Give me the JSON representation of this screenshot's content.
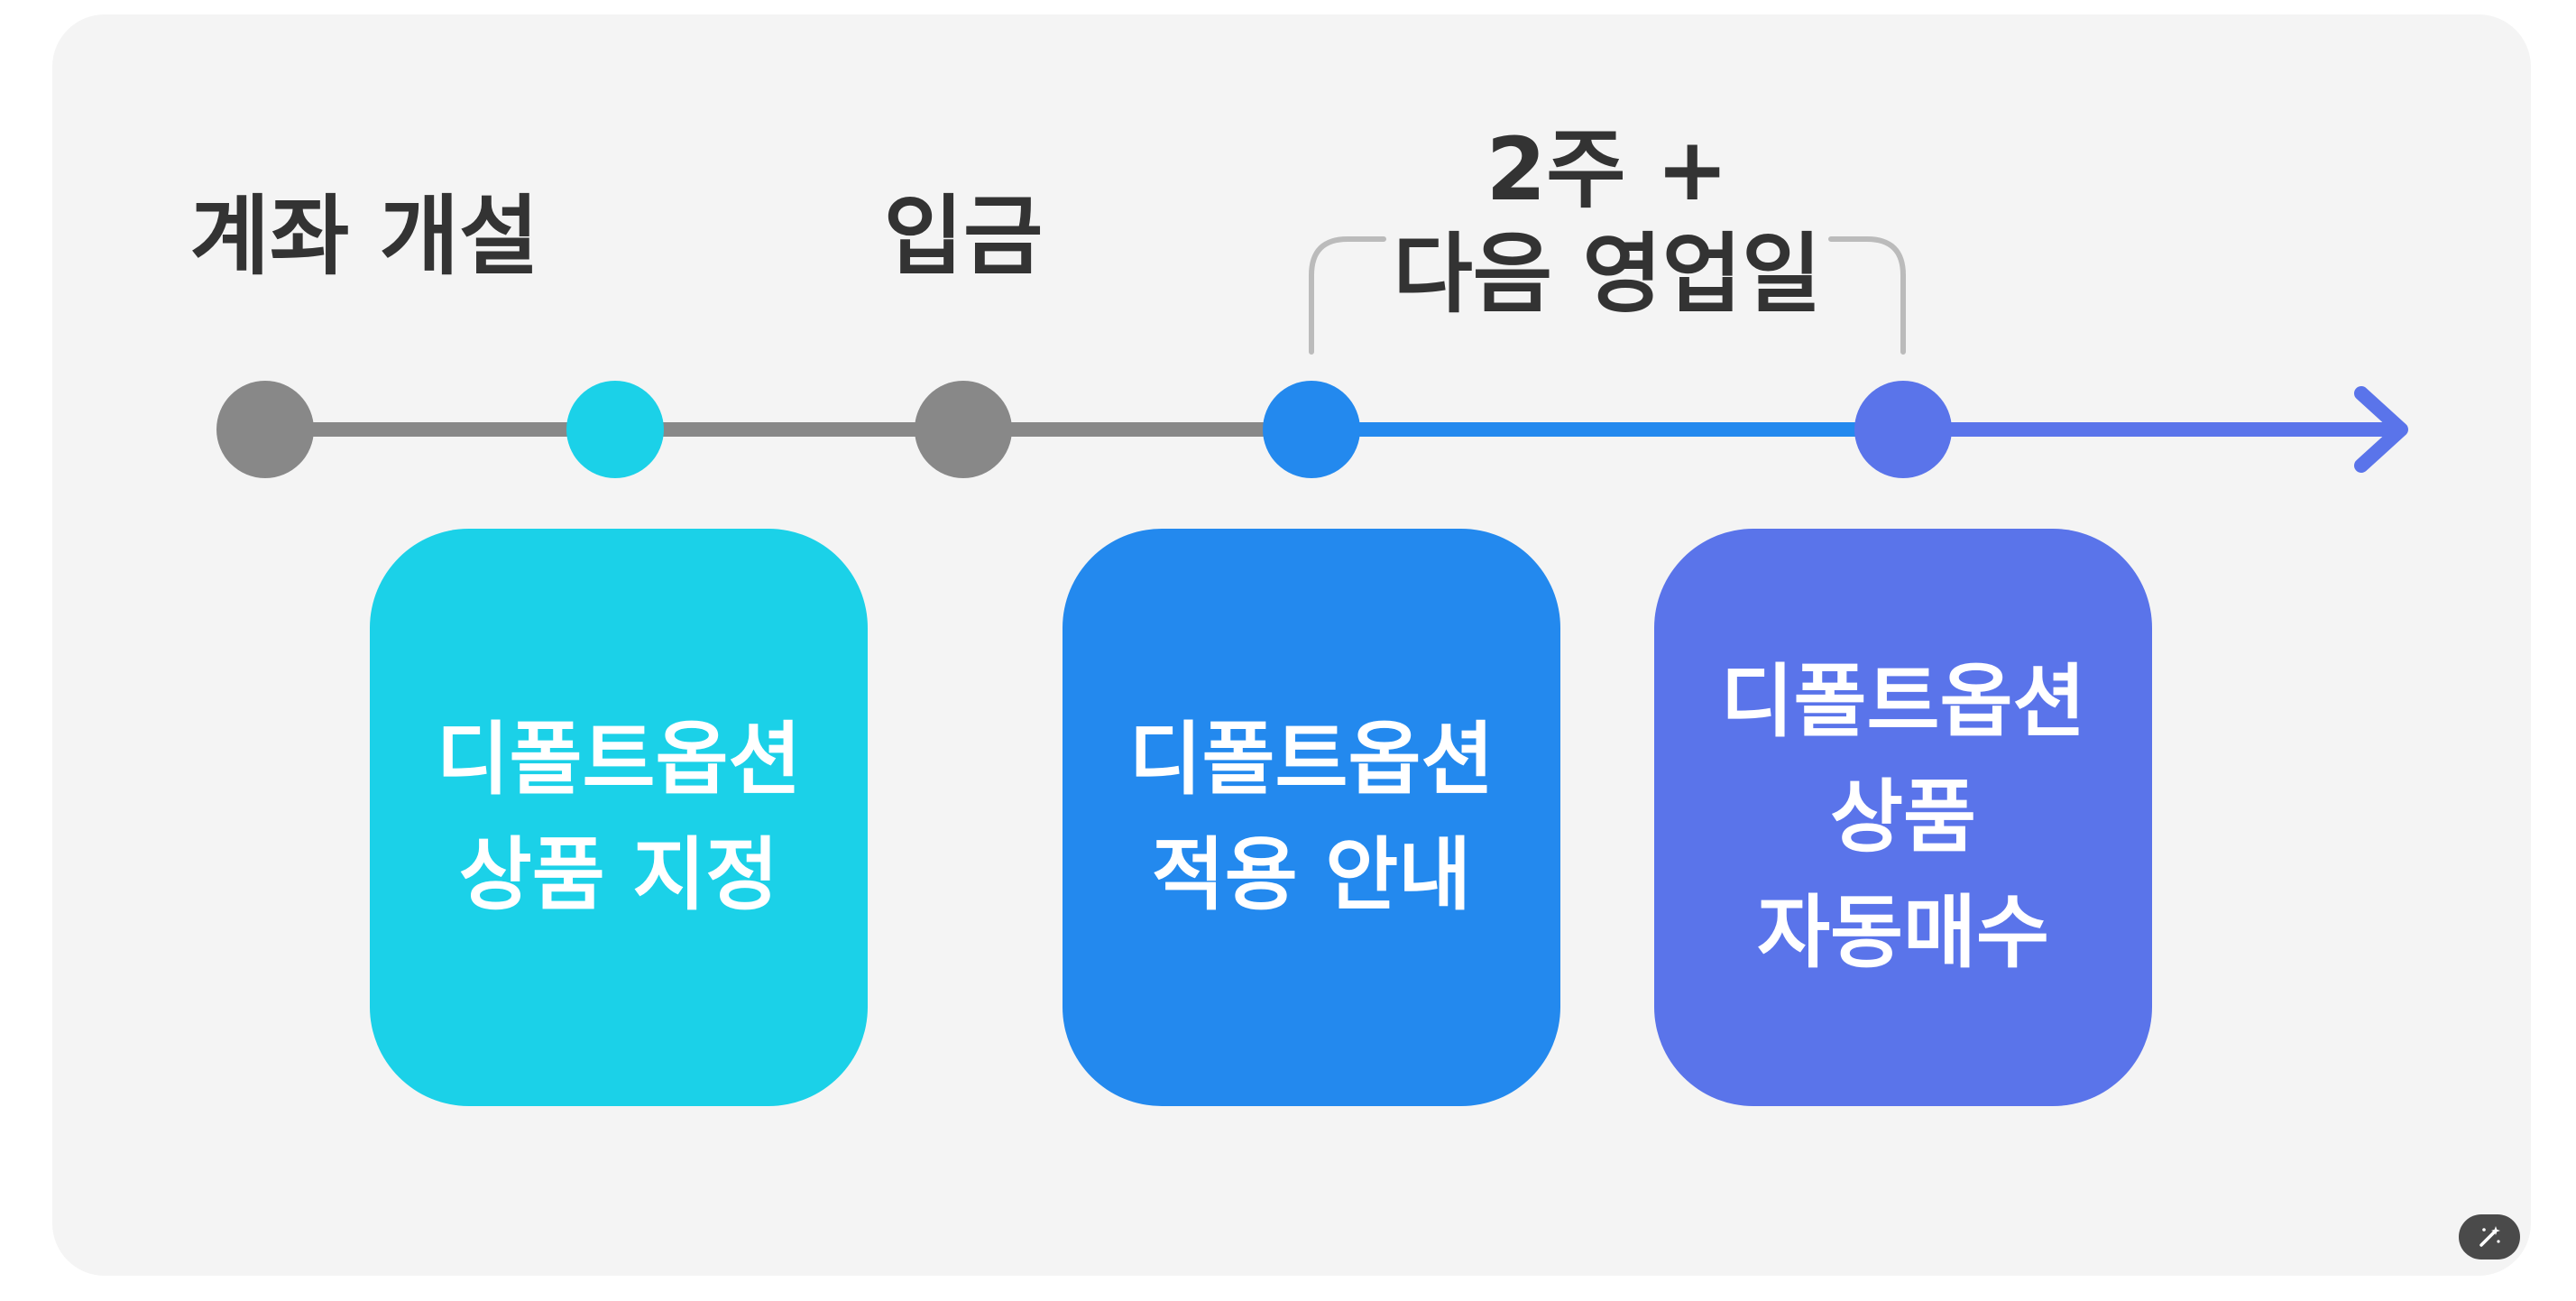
{
  "steps": [
    {
      "label": "계좌 개설",
      "color": "#888888"
    },
    {
      "label": "",
      "color": "#1bd1e8"
    },
    {
      "label": "입금",
      "color": "#888888"
    },
    {
      "label": "",
      "color": "#2389ee"
    },
    {
      "label": "",
      "color": "#5a74ea"
    }
  ],
  "bracket": {
    "line1": "2주 +",
    "line2": "다음 영업일"
  },
  "cards": [
    {
      "lines": [
        "디폴트옵션",
        "상품 지정"
      ],
      "color": "#1bd1e8"
    },
    {
      "lines": [
        "디폴트옵션",
        "적용 안내"
      ],
      "color": "#2389ee"
    },
    {
      "lines": [
        "디폴트옵션",
        "상품",
        "자동매수"
      ],
      "color": "#5a74ea"
    }
  ],
  "colors": {
    "panel_bg": "#f4f4f4",
    "gray_line": "#888888",
    "blue_line": "#2389ee",
    "purple_line": "#5a74ea",
    "bracket": "#bbbbbb",
    "text": "#333333"
  },
  "icons": {
    "magic_button": "magic-wand-icon"
  }
}
